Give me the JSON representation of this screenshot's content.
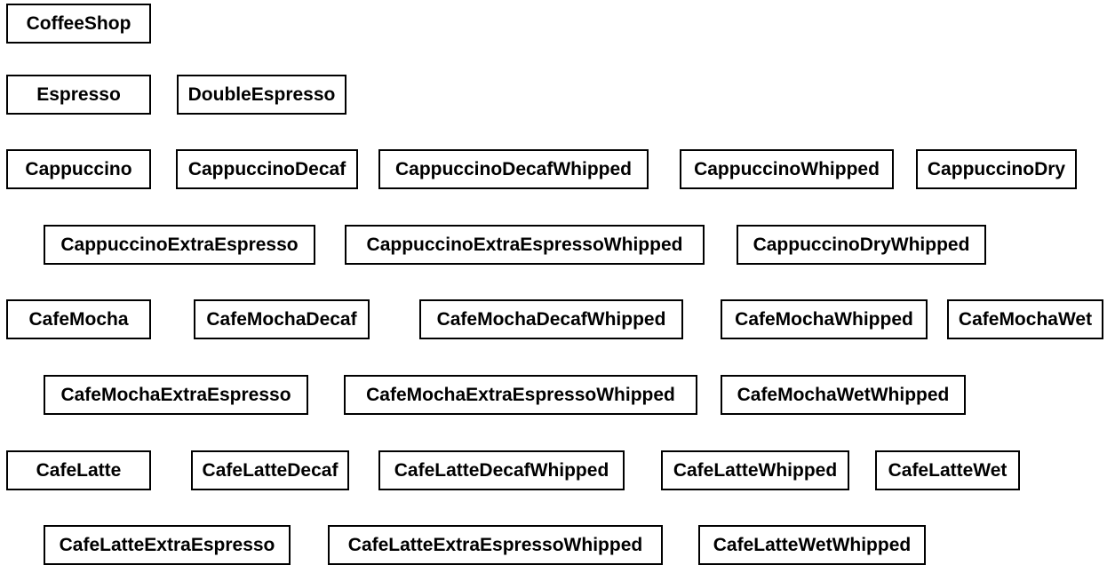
{
  "rows": [
    {
      "name": "row-coffeeshop",
      "classes": [
        "CoffeeShop"
      ]
    },
    {
      "name": "row-espresso",
      "classes": [
        "Espresso",
        "DoubleEspresso"
      ]
    },
    {
      "name": "row-cappuccino",
      "classes": [
        "Cappuccino",
        "CappuccinoDecaf",
        "CappuccinoDecafWhipped",
        "CappuccinoWhipped",
        "CappuccinoDry"
      ]
    },
    {
      "name": "row-cappuccino-extra",
      "classes": [
        "CappuccinoExtraEspresso",
        "CappuccinoExtraEspressoWhipped",
        "CappuccinoDryWhipped"
      ]
    },
    {
      "name": "row-cafemocha",
      "classes": [
        "CafeMocha",
        "CafeMochaDecaf",
        "CafeMochaDecafWhipped",
        "CafeMochaWhipped",
        "CafeMochaWet"
      ]
    },
    {
      "name": "row-cafemocha-extra",
      "classes": [
        "CafeMochaExtraEspresso",
        "CafeMochaExtraEspressoWhipped",
        "CafeMochaWetWhipped"
      ]
    },
    {
      "name": "row-cafelatte",
      "classes": [
        "CafeLatte",
        "CafeLatteDecaf",
        "CafeLatteDecafWhipped",
        "CafeLatteWhipped",
        "CafeLatteWet"
      ]
    },
    {
      "name": "row-cafelatte-extra",
      "classes": [
        "CafeLatteExtraEspresso",
        "CafeLatteExtraEspressoWhipped",
        "CafeLatteWetWhipped"
      ]
    }
  ],
  "colors": {
    "border": "#000000",
    "text": "#000000",
    "background": "#ffffff"
  }
}
